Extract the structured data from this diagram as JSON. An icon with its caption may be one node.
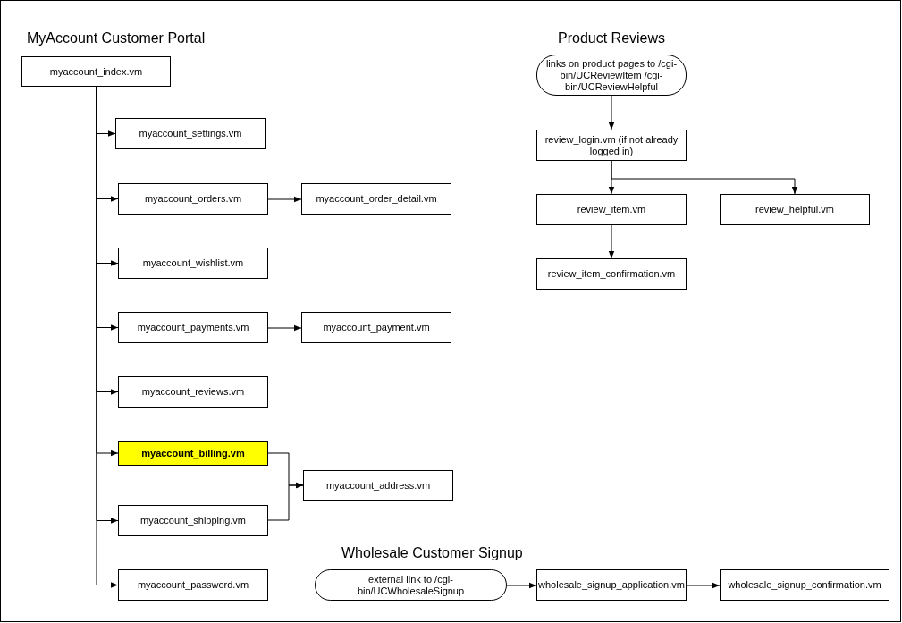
{
  "diagram": {
    "nodes": [
      {
        "text": [
          "myaccount_index.vm"
        ]
      },
      {
        "text": [
          "myaccount_settings.vm"
        ]
      },
      {
        "text": [
          "myaccount_orders.vm"
        ]
      },
      {
        "text": [
          "myaccount_order_detail.vm"
        ]
      },
      {
        "text": [
          "myaccount_wishlist.vm"
        ]
      },
      {
        "text": [
          "myaccount_payments.vm"
        ]
      },
      {
        "text": [
          "myaccount_payment.vm"
        ]
      },
      {
        "text": [
          "myaccount_reviews.vm"
        ]
      },
      {
        "text": [
          "myaccount_billing.vm"
        ]
      },
      {
        "text": [
          "myaccount_address.vm"
        ]
      },
      {
        "text": [
          "myaccount_shipping.vm"
        ]
      },
      {
        "text": [
          "myaccount_password.vm"
        ]
      },
      {
        "text": [
          "links on product pages to /cgi-bin/UCReviewItem /cgi-bin/UCReviewHelpful"
        ]
      },
      {
        "text": [
          "review_login.vm (if not already logged in)"
        ]
      },
      {
        "text": [
          "review_item.vm"
        ]
      },
      {
        "text": [
          "review_helpful.vm"
        ]
      },
      {
        "text": [
          "review_item_confirmation.vm"
        ]
      },
      {
        "text": [
          "external link to /cgi-bin/UCWholesaleSignup"
        ]
      },
      {
        "text": [
          "wholesale_signup_application.vm"
        ]
      },
      {
        "text": [
          "wholesale_signup_confirmation.vm"
        ]
      }
    ],
    "edges": [
      {
        "from": 0,
        "to": 1,
        "arrow": "to"
      },
      {
        "from": 0,
        "to": 2,
        "arrow": "to"
      },
      {
        "from": 2,
        "to": 3,
        "arrow": "to"
      },
      {
        "from": 0,
        "to": 4,
        "arrow": "to"
      },
      {
        "from": 0,
        "to": 5,
        "arrow": "to"
      },
      {
        "from": 5,
        "to": 6,
        "arrow": "to"
      },
      {
        "from": 0,
        "to": 7,
        "arrow": "to"
      },
      {
        "from": 0,
        "to": 8,
        "arrow": "to"
      },
      {
        "from": 8,
        "to": 9,
        "arrow": "to"
      },
      {
        "from": 0,
        "to": 10,
        "arrow": "to"
      },
      {
        "from": 10,
        "to": 9,
        "arrow": "to"
      },
      {
        "from": 0,
        "to": 11,
        "arrow": "to"
      },
      {
        "from": 12,
        "to": 13,
        "arrow": "to"
      },
      {
        "from": 13,
        "to": 14,
        "arrow": "to"
      },
      {
        "from": 13,
        "to": 15,
        "arrow": "to"
      },
      {
        "from": 14,
        "to": 16,
        "arrow": "to"
      },
      {
        "from": 17,
        "to": 18,
        "arrow": "to"
      },
      {
        "from": 18,
        "to": 19,
        "arrow": "to"
      }
    ],
    "labels": [
      "MyAccount Customer Portal",
      "Product Reviews",
      "Wholesale Customer Signup"
    ]
  }
}
